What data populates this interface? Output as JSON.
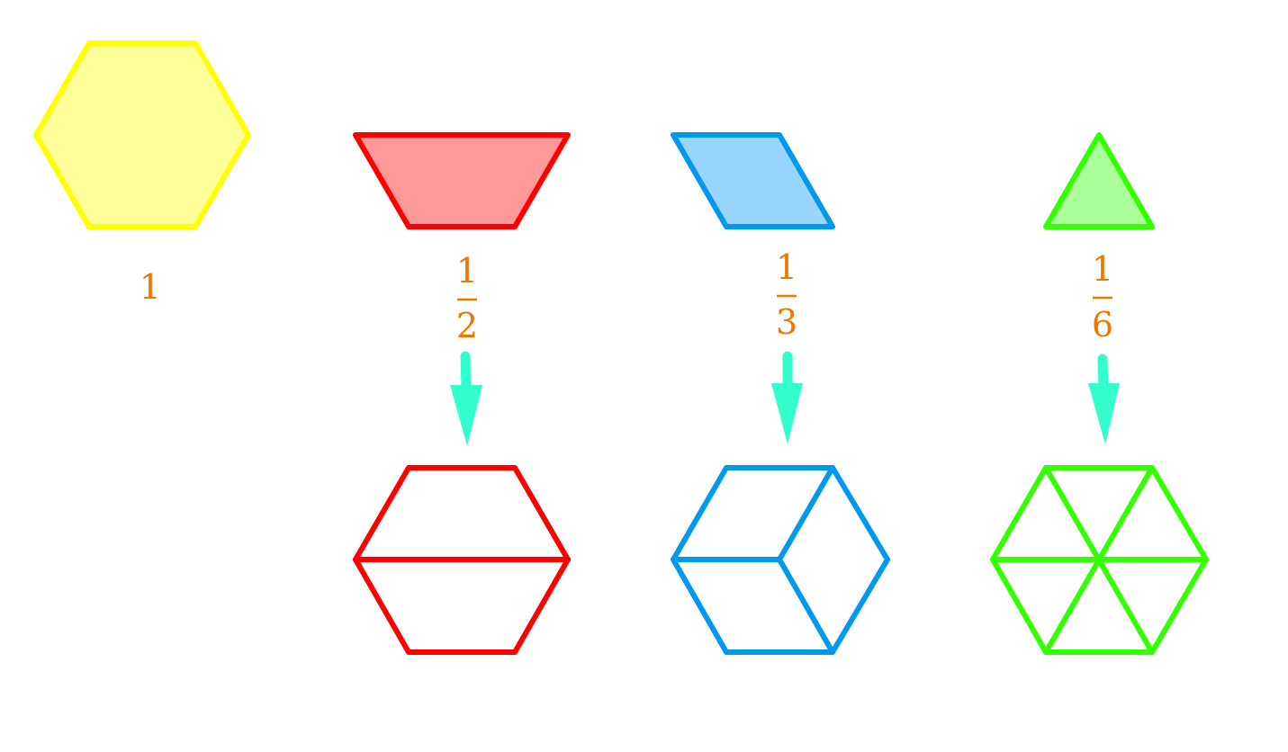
{
  "colors": {
    "yellow_fill": "#FFFF99",
    "yellow_stroke": "#FFFF00",
    "red_fill": "#FF9999",
    "red_stroke": "#FF0000",
    "blue_fill": "#99D5FF",
    "blue_stroke": "#0099EE",
    "green_fill": "#AAFF99",
    "green_stroke": "#33FF00",
    "label": "#EE7700",
    "arrow": "#33FFCC"
  },
  "whole": {
    "shape": "hexagon",
    "label": "1"
  },
  "fractions": [
    {
      "shape": "trapezoid",
      "numerator": "1",
      "denominator": "2",
      "tiling_pieces": 2
    },
    {
      "shape": "rhombus",
      "numerator": "1",
      "denominator": "3",
      "tiling_pieces": 3
    },
    {
      "shape": "triangle",
      "numerator": "1",
      "denominator": "6",
      "tiling_pieces": 6
    }
  ]
}
